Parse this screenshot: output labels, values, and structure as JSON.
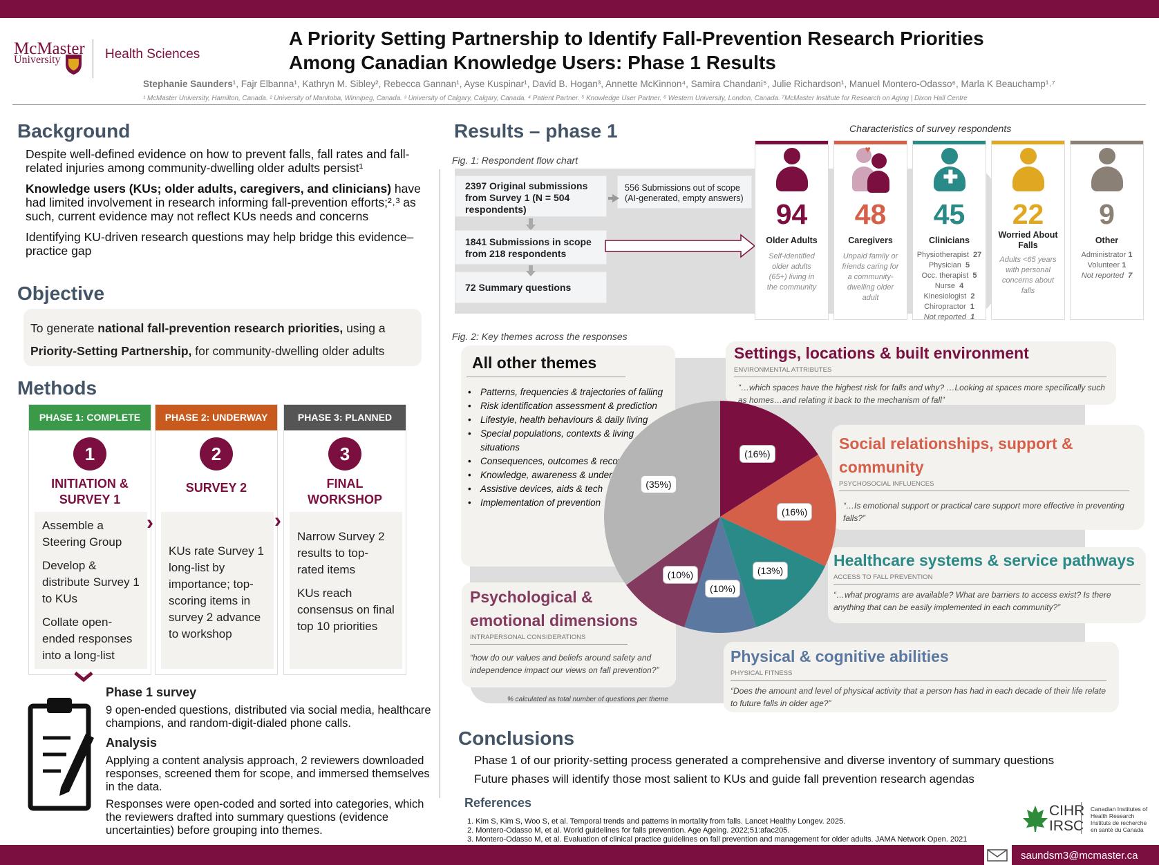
{
  "header": {
    "logo_name": "McMaster",
    "logo_sub": "University",
    "faculty": "Health Sciences",
    "title_line1": "A Priority Setting Partnership to Identify Fall-Prevention Research Priorities",
    "title_line2": "Among Canadian Knowledge Users: Phase 1 Results",
    "authors_lead": "Stephanie Saunders",
    "authors_rest": "¹, Fajr Elbanna¹, Kathryn M. Sibley², Rebecca Gannan¹, Ayse Kuspinar¹, David B. Hogan³, Annette McKinnon⁴, Samira Chandani⁵, Julie Richardson¹, Manuel Montero-Odasso⁶, Marla K Beauchamp¹˒⁷",
    "affiliations": "¹ McMaster University, Hamilton, Canada. ² University of Manitoba, Winnipeg, Canada. ³ University of Calgary, Calgary, Canada. ⁴ Patient Partner. ⁵ Knowledge User Partner. ⁶ Western University, London, Canada. ⁷McMaster Institute for Research on Aging | Dixon Hall Centre"
  },
  "background": {
    "heading": "Background",
    "p1": "Despite well-defined evidence on how to prevent falls, fall rates and fall-related injuries among community-dwelling older adults persist¹",
    "p2_bold": "Knowledge users (KUs; older adults, caregivers, and clinicians)",
    "p2_rest": " have had limited involvement in research informing fall-prevention efforts;²˒³ as such, current evidence may not reflect KUs needs and concerns",
    "p3": "Identifying KU-driven research questions may help bridge this evidence–practice gap"
  },
  "objective": {
    "heading": "Objective",
    "t1": "To generate ",
    "b1": "national fall-prevention research priorities,",
    "t2": " using a",
    "b2": "Priority-Setting Partnership,",
    "t3": " for community-dwelling older adults"
  },
  "methods": {
    "heading": "Methods",
    "phases": [
      {
        "header": "PHASE 1: COMPLETE",
        "color": "#3a9a4a",
        "num": "1",
        "title1": "INITIATION &",
        "title2": "SURVEY 1",
        "items": [
          "Assemble a Steering Group",
          "Develop & distribute Survey 1 to KUs",
          "Collate open-ended responses into a long-list"
        ]
      },
      {
        "header": "PHASE 2: UNDERWAY",
        "color": "#c95a1d",
        "num": "2",
        "title1": "SURVEY 2",
        "title2": "",
        "items": [
          "KUs rate Survey 1 long-list by importance; top-scoring items in survey 2 advance to workshop"
        ]
      },
      {
        "header": "PHASE 3: PLANNED",
        "color": "#555555",
        "num": "3",
        "title1": "FINAL",
        "title2": "WORKSHOP",
        "items": [
          "Narrow Survey 2 results to top-rated items",
          "KUs reach consensus on final top 10 priorities"
        ]
      }
    ],
    "survey_heading": "Phase 1 survey",
    "survey_text": "9 open-ended questions, distributed via social media, healthcare champions, and random-digit-dialed phone calls.",
    "analysis_heading": "Analysis",
    "analysis_p1": "Applying a content analysis approach, 2 reviewers downloaded responses, screened them for scope, and immersed themselves in the data.",
    "analysis_p2": "Responses were open-coded and sorted into categories, which the reviewers drafted into summary questions (evidence uncertainties) before grouping into themes."
  },
  "results": {
    "heading": "Results – phase 1",
    "fig1_caption": "Fig. 1: Respondent flow chart",
    "flow": {
      "box1": "2397 Original submissions from Survey 1 (N = 504 respondents)",
      "out_of_scope": "556 Submissions out of scope (AI-generated, empty answers)",
      "box2": "1841 Submissions in scope from 218 respondents",
      "box3": "72  Summary questions"
    },
    "char_caption": "Characteristics of survey respondents",
    "cards": [
      {
        "num": "94",
        "label": "Older Adults",
        "color": "#7b0f3f",
        "desc": "Self-identified older adults (65+) living in the community"
      },
      {
        "num": "48",
        "label": "Caregivers",
        "color": "#d4604a",
        "desc": "Unpaid family or friends caring for a community-dwelling older adult"
      },
      {
        "num": "45",
        "label": "Clinicians",
        "color": "#2a8a87",
        "breakdown": [
          [
            "Physiotherapist",
            "27"
          ],
          [
            "Physician",
            "5"
          ],
          [
            "Occ. therapist",
            "5"
          ],
          [
            "Nurse",
            "4"
          ],
          [
            "Kinesiologist",
            "2"
          ],
          [
            "Chiropractor",
            "1"
          ],
          [
            "Not reported",
            "1"
          ]
        ]
      },
      {
        "num": "22",
        "label": "Worried About Falls",
        "color": "#e0a820",
        "desc": "Adults <65 years with personal concerns about falls"
      },
      {
        "num": "9",
        "label": "Other",
        "color": "#8a8075",
        "breakdown": [
          [
            "Administrator",
            "1"
          ],
          [
            "Volunteer",
            "1"
          ],
          [
            "Not reported",
            "7"
          ]
        ]
      }
    ],
    "fig2_caption": "Fig. 2: Key themes across the responses",
    "pie_note": "% calculated as total number of questions per theme"
  },
  "chart_data": {
    "type": "pie",
    "series": [
      {
        "name": "Settings, locations & built environment",
        "value": 16,
        "label": "(16%)",
        "color": "#7b0f3f"
      },
      {
        "name": "Social relationships, support & community",
        "value": 16,
        "label": "(16%)",
        "color": "#d4604a"
      },
      {
        "name": "Healthcare systems & service pathways",
        "value": 13,
        "label": "(13%)",
        "color": "#2a8a87"
      },
      {
        "name": "Physical & cognitive abilities",
        "value": 10,
        "label": "(10%)",
        "color": "#5a78a0"
      },
      {
        "name": "Psychological & emotional dimensions",
        "value": 10,
        "label": "(10%)",
        "color": "#823a5e"
      },
      {
        "name": "All other themes",
        "value": 35,
        "label": "(35%)",
        "color": "#b5b5b5"
      }
    ]
  },
  "themes": {
    "other": {
      "title": "All other themes",
      "items": [
        "Patterns, frequencies & trajectories of falling",
        "Risk identification assessment & prediction",
        "Lifestyle, health behaviours & daily living",
        "Special populations, contexts & living situations",
        "Consequences, outcomes & recovery",
        "Knowledge, awareness & understanding",
        "Assistive devices, aids & tech",
        "Implementation of prevention"
      ]
    },
    "settings": {
      "title": "Settings, locations & built environment",
      "sub": "ENVIRONMENTAL ATTRIBUTES",
      "quote": "“…which spaces have the highest risk for falls and why? …Looking at spaces more specifically such as homes…and relating it back to the mechanism of fall”"
    },
    "social": {
      "title1": "Social relationships, support &",
      "title2": "community",
      "sub": "PSYCHOSOCIAL INFLUENCES",
      "quote": "“…Is emotional support or practical care support more effective in preventing falls?”"
    },
    "health": {
      "title": "Healthcare systems & service pathways",
      "sub": "ACCESS TO FALL PREVENTION",
      "quote": "“…what programs are available? What are barriers to access exist? Is there anything that can be easily implemented in each community?”"
    },
    "psych": {
      "title1": "Psychological &",
      "title2": "emotional dimensions",
      "sub": "INTRAPERSONAL CONSIDERATIONS",
      "quote": "“how do our values and beliefs around safety and independence impact our views on fall prevention?”"
    },
    "physical": {
      "title": "Physical & cognitive abilities",
      "sub": "PHYSICAL FITNESS",
      "quote": "“Does the amount and level of physical activity that a person has had in each decade of their life relate to future falls in older age?”"
    }
  },
  "conclusions": {
    "heading": "Conclusions",
    "p1": "Phase 1 of our priority-setting process generated a comprehensive and diverse inventory of summary questions",
    "p2": "Future phases will identify those most salient to KUs and guide fall prevention research agendas"
  },
  "references": {
    "heading": "References",
    "items": [
      "1. Kim S, Kim S, Woo S, et al. Temporal trends and patterns in mortality from falls. Lancet Healthy Longev. 2025.",
      "2. Montero-Odasso M, et al. World guidelines for falls prevention. Age Ageing. 2022;51:afac205.",
      "3. Montero-Odasso M, et al.  Evaluation of clinical practice guidelines on fall prevention and management for older adults. JAMA Network Open. 2021"
    ]
  },
  "sponsor": {
    "cihr": "CIHR",
    "irsc": "IRSC",
    "en1": "Canadian Institutes of",
    "en2": "Health Research",
    "fr1": "Instituts de recherche",
    "fr2": "en santé du Canada"
  },
  "footer": {
    "email": "saundsm3@mcmaster.ca"
  }
}
